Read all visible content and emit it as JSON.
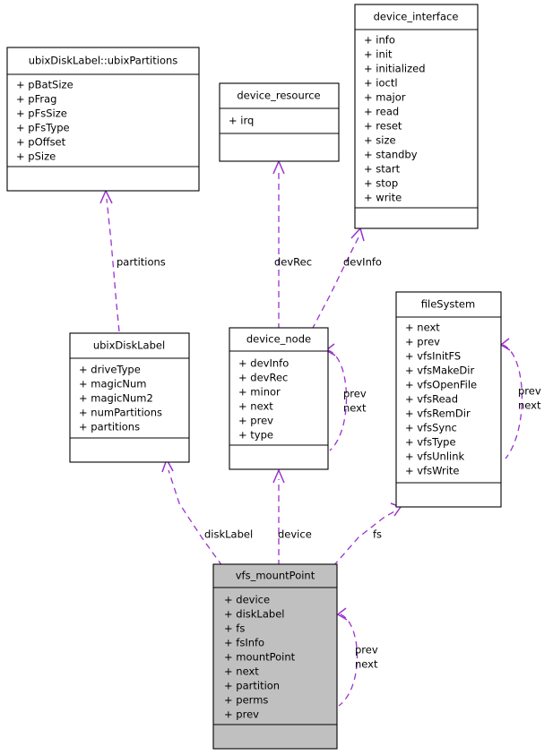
{
  "diagram": {
    "type": "uml-collaboration-diagram",
    "accent_color": "#9a32cd",
    "highlight_fill": "#c0c0c0",
    "box_fill": "#ffffff",
    "border_color": "#000000",
    "background": "#ffffff"
  },
  "classes": [
    {
      "id": "ubixPartitions",
      "name": "ubixDiskLabel::ubixPartitions",
      "attributes": [
        "+ pBatSize",
        "+ pFrag",
        "+ pFsSize",
        "+ pFsType",
        "+ pOffset",
        "+ pSize"
      ],
      "methods": [],
      "highlighted": false
    },
    {
      "id": "device_resource",
      "name": "device_resource",
      "attributes": [
        "+ irq"
      ],
      "methods": [],
      "highlighted": false
    },
    {
      "id": "device_interface",
      "name": "device_interface",
      "attributes": [
        "+ info",
        "+ init",
        "+ initialized",
        "+ ioctl",
        "+ major",
        "+ read",
        "+ reset",
        "+ size",
        "+ standby",
        "+ start",
        "+ stop",
        "+ write"
      ],
      "methods": [],
      "highlighted": false
    },
    {
      "id": "ubixDiskLabel",
      "name": "ubixDiskLabel",
      "attributes": [
        "+ driveType",
        "+ magicNum",
        "+ magicNum2",
        "+ numPartitions",
        "+ partitions"
      ],
      "methods": [],
      "highlighted": false
    },
    {
      "id": "device_node",
      "name": "device_node",
      "attributes": [
        "+ devInfo",
        "+ devRec",
        "+ minor",
        "+ next",
        "+ prev",
        "+ type"
      ],
      "methods": [],
      "highlighted": false
    },
    {
      "id": "fileSystem",
      "name": "fileSystem",
      "attributes": [
        "+ next",
        "+ prev",
        "+ vfsInitFS",
        "+ vfsMakeDir",
        "+ vfsOpenFile",
        "+ vfsRead",
        "+ vfsRemDir",
        "+ vfsSync",
        "+ vfsType",
        "+ vfsUnlink",
        "+ vfsWrite"
      ],
      "methods": [],
      "highlighted": false
    },
    {
      "id": "vfs_mountPoint",
      "name": "vfs_mountPoint",
      "attributes": [
        "+ device",
        "+ diskLabel",
        "+ fs",
        "+ fsInfo",
        "+ mountPoint",
        "+ next",
        "+ partition",
        "+ perms",
        "+ prev"
      ],
      "methods": [],
      "highlighted": true
    }
  ],
  "edges": [
    {
      "id": "e-partitions",
      "from": "ubixDiskLabel",
      "to": "ubixPartitions",
      "label": "partitions"
    },
    {
      "id": "e-devRec",
      "from": "device_node",
      "to": "device_resource",
      "label": "devRec"
    },
    {
      "id": "e-devInfo",
      "from": "device_node",
      "to": "device_interface",
      "label": "devInfo"
    },
    {
      "id": "e-devnode-prevnext",
      "from": "device_node",
      "to": "device_node",
      "label": "prev\nnext",
      "label_line1": "prev",
      "label_line2": "next"
    },
    {
      "id": "e-fs-prevnext",
      "from": "fileSystem",
      "to": "fileSystem",
      "label": "prev\nnext",
      "label_line1": "prev",
      "label_line2": "next"
    },
    {
      "id": "e-diskLabel",
      "from": "vfs_mountPoint",
      "to": "ubixDiskLabel",
      "label": "diskLabel"
    },
    {
      "id": "e-device",
      "from": "vfs_mountPoint",
      "to": "device_node",
      "label": "device"
    },
    {
      "id": "e-fs",
      "from": "vfs_mountPoint",
      "to": "fileSystem",
      "label": "fs"
    },
    {
      "id": "e-mp-prevnext",
      "from": "vfs_mountPoint",
      "to": "vfs_mountPoint",
      "label": "prev\nnext",
      "label_line1": "prev",
      "label_line2": "next"
    }
  ],
  "edge_labels": {
    "partitions": "partitions",
    "devRec": "devRec",
    "devInfo": "devInfo",
    "diskLabel": "diskLabel",
    "device": "device",
    "fs": "fs",
    "prev": "prev",
    "next": "next"
  }
}
